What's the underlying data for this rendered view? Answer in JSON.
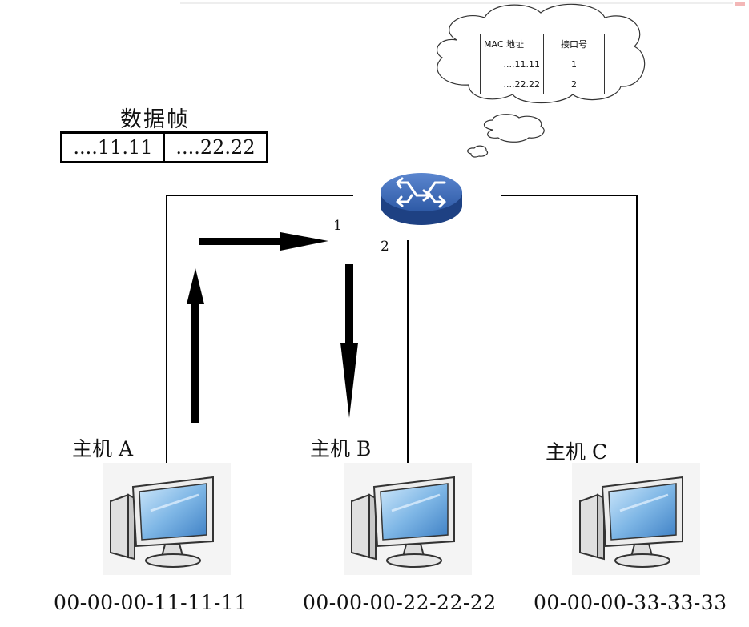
{
  "frame": {
    "title": "数据帧",
    "src": "....11.11",
    "dst": "....22.22"
  },
  "mac_table": {
    "headers": [
      "MAC 地址",
      "接口号"
    ],
    "rows": [
      {
        "mac": "....11.11",
        "port": "1"
      },
      {
        "mac": "....22.22",
        "port": "2"
      }
    ]
  },
  "ports": [
    "1",
    "2"
  ],
  "hosts": [
    {
      "label": "主机 A",
      "mac": "00-00-00-11-11-11"
    },
    {
      "label": "主机 B",
      "mac": "00-00-00-22-22-22"
    },
    {
      "label": "主机 C",
      "mac": "00-00-00-33-33-33"
    }
  ],
  "icons": {
    "switch": "switch-icon",
    "computer": "computer-icon",
    "thought_cloud": "thought-cloud"
  },
  "colors": {
    "switch_top": "#2e5aa6",
    "switch_side": "#1e4183",
    "screen": "#7fb7e6"
  }
}
